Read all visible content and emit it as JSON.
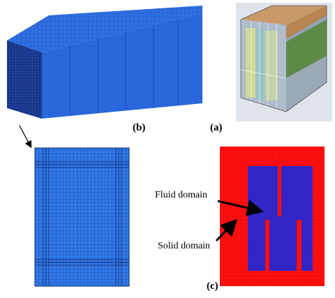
{
  "captions": {
    "a": "(a)",
    "b": "(b)",
    "c": "(c)"
  },
  "labels": {
    "fluid_domain": "Fluid domain",
    "solid_domain": "Solid domain"
  },
  "colors": {
    "mesh_blue": "#2f6fe0",
    "mesh_dark": "#0f2a78",
    "solid_red": "#ff1010",
    "fluid_blue": "#3326c8",
    "copper": "#c89a6a",
    "green_layer": "#5e8a48",
    "gray_layer": "#9aa8b8"
  }
}
